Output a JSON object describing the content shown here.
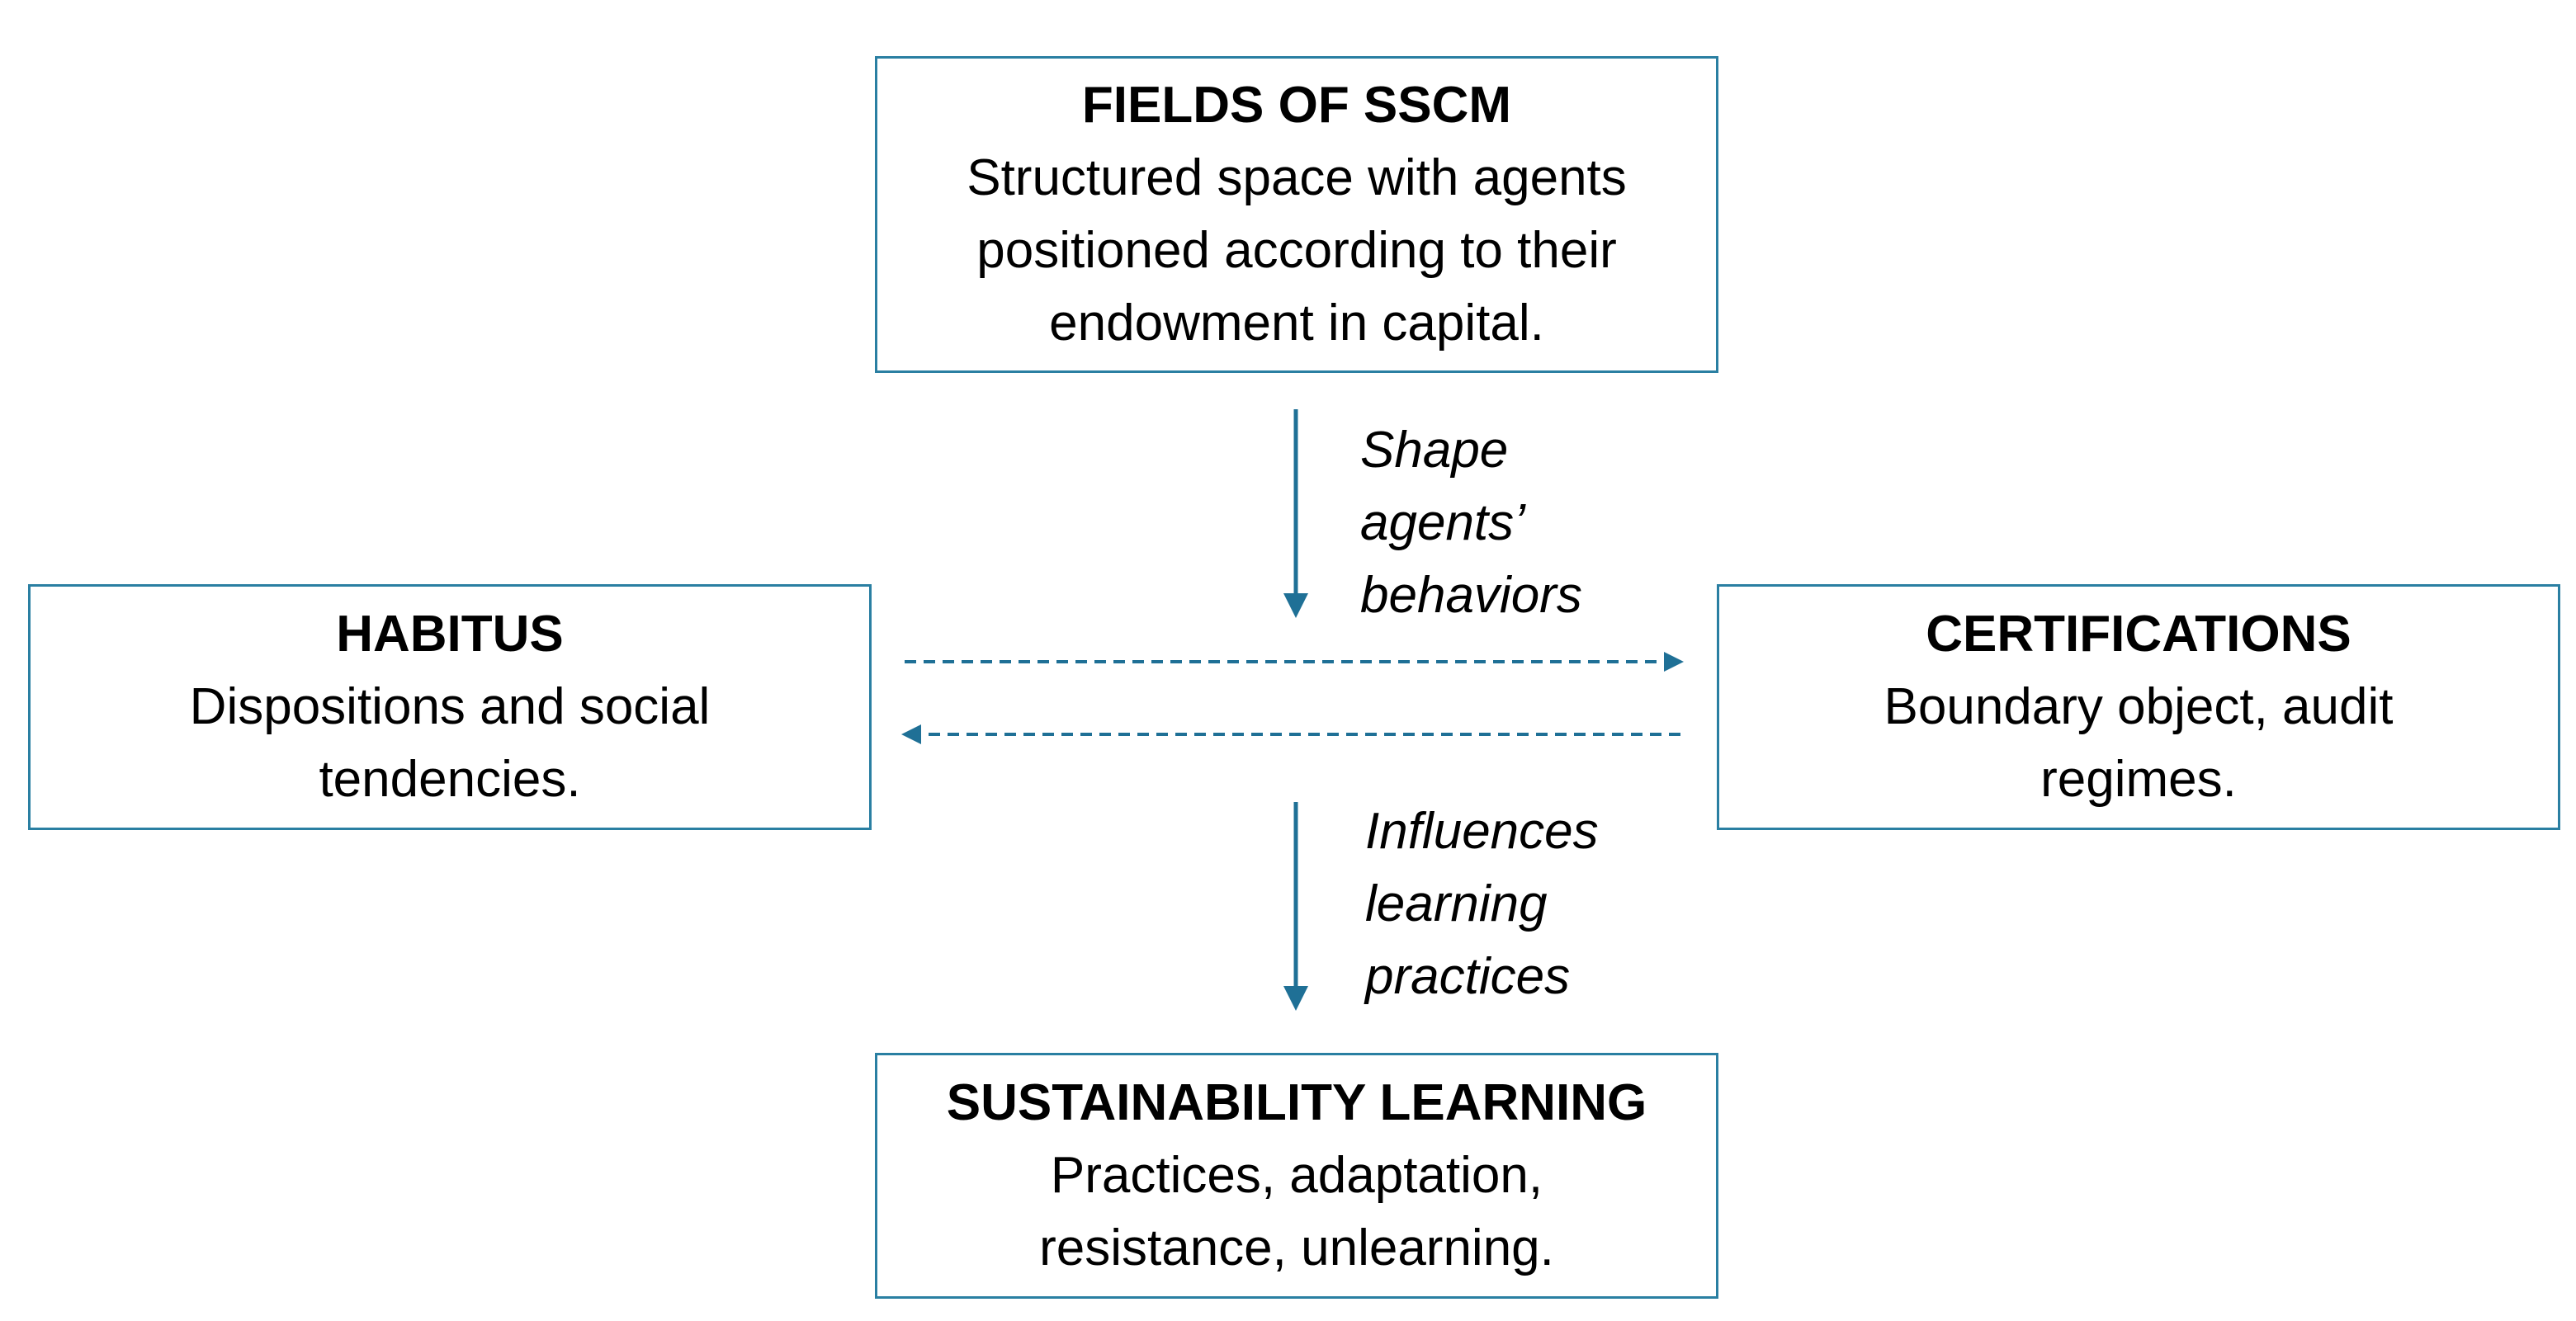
{
  "colors": {
    "border": "#2a7fa2",
    "arrow": "#1f7096",
    "text": "#000000"
  },
  "nodes": {
    "fields": {
      "title": "FIELDS OF SSCM",
      "lines": [
        "Structured space with agents",
        "positioned according to their",
        "endowment in capital."
      ]
    },
    "habitus": {
      "title": "HABITUS",
      "lines": [
        "Dispositions and social",
        "tendencies."
      ]
    },
    "certifications": {
      "title": "CERTIFICATIONS",
      "lines": [
        "Boundary object, audit",
        "regimes."
      ]
    },
    "learning": {
      "title": "SUSTAINABILITY LEARNING",
      "lines": [
        "Practices, adaptation,",
        "resistance, unlearning."
      ]
    }
  },
  "edges": {
    "shape": {
      "lines": [
        "Shape",
        "agents’",
        "behaviors"
      ]
    },
    "influences": {
      "lines": [
        "Influences",
        "learning",
        "practices"
      ]
    }
  }
}
